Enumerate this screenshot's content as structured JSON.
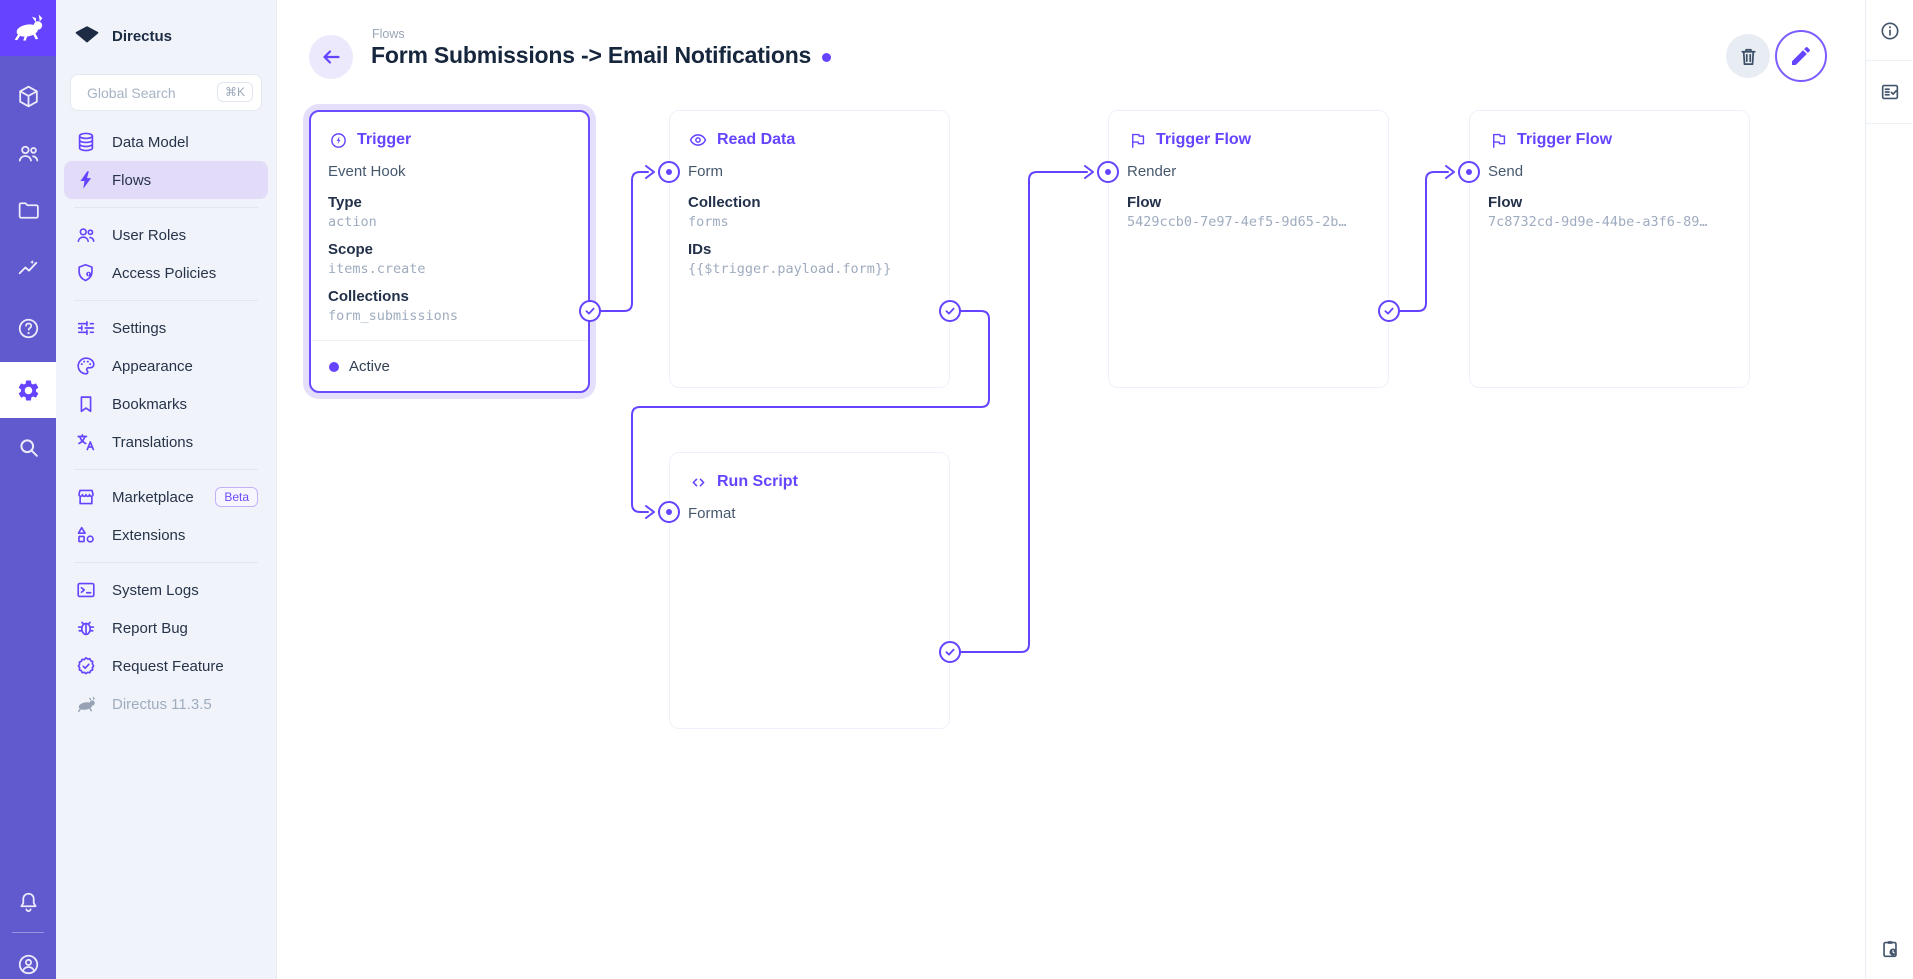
{
  "header": {
    "breadcrumb": "Flows",
    "title": "Form Submissions -> Email Notifications"
  },
  "module_bar": {
    "icons": [
      "directus-logo",
      "content",
      "users",
      "files",
      "insights",
      "help",
      "settings",
      "search",
      "notifications",
      "account"
    ]
  },
  "sidebar": {
    "project_name": "Directus",
    "search_placeholder": "Global Search",
    "search_shortcut": "⌘K",
    "items": [
      {
        "label": "Data Model"
      },
      {
        "label": "Flows"
      },
      {
        "label": "User Roles"
      },
      {
        "label": "Access Policies"
      },
      {
        "label": "Settings"
      },
      {
        "label": "Appearance"
      },
      {
        "label": "Bookmarks"
      },
      {
        "label": "Translations"
      },
      {
        "label": "Marketplace",
        "badge": "Beta"
      },
      {
        "label": "Extensions"
      },
      {
        "label": "System Logs"
      },
      {
        "label": "Report Bug"
      },
      {
        "label": "Request Feature"
      }
    ],
    "version": "Directus 11.3.5"
  },
  "flow": {
    "status": "Active",
    "cards": {
      "trigger": {
        "title": "Trigger",
        "name": "Event Hook",
        "fields": [
          {
            "label": "Type",
            "value": "action"
          },
          {
            "label": "Scope",
            "value": "items.create"
          },
          {
            "label": "Collections",
            "value": "form_submissions"
          }
        ]
      },
      "read_data": {
        "title": "Read Data",
        "name": "Form",
        "fields": [
          {
            "label": "Collection",
            "value": "forms"
          },
          {
            "label": "IDs",
            "value": "{{$trigger.payload.form}}"
          }
        ]
      },
      "trigger_flow_render": {
        "title": "Trigger Flow",
        "name": "Render",
        "fields": [
          {
            "label": "Flow",
            "value": "5429ccb0-7e97-4ef5-9d65-2b…"
          }
        ]
      },
      "trigger_flow_send": {
        "title": "Trigger Flow",
        "name": "Send",
        "fields": [
          {
            "label": "Flow",
            "value": "7c8732cd-9d9e-44be-a3f6-89…"
          }
        ]
      },
      "run_script": {
        "title": "Run Script",
        "name": "Format"
      }
    }
  },
  "colors": {
    "accent": "#6644FF",
    "module_bar_bg": "#6159CE",
    "logo_tile_bg": "#6644FF",
    "sidebar_bg": "#F0F4FA",
    "active_item_bg": "#E2DCF9"
  }
}
